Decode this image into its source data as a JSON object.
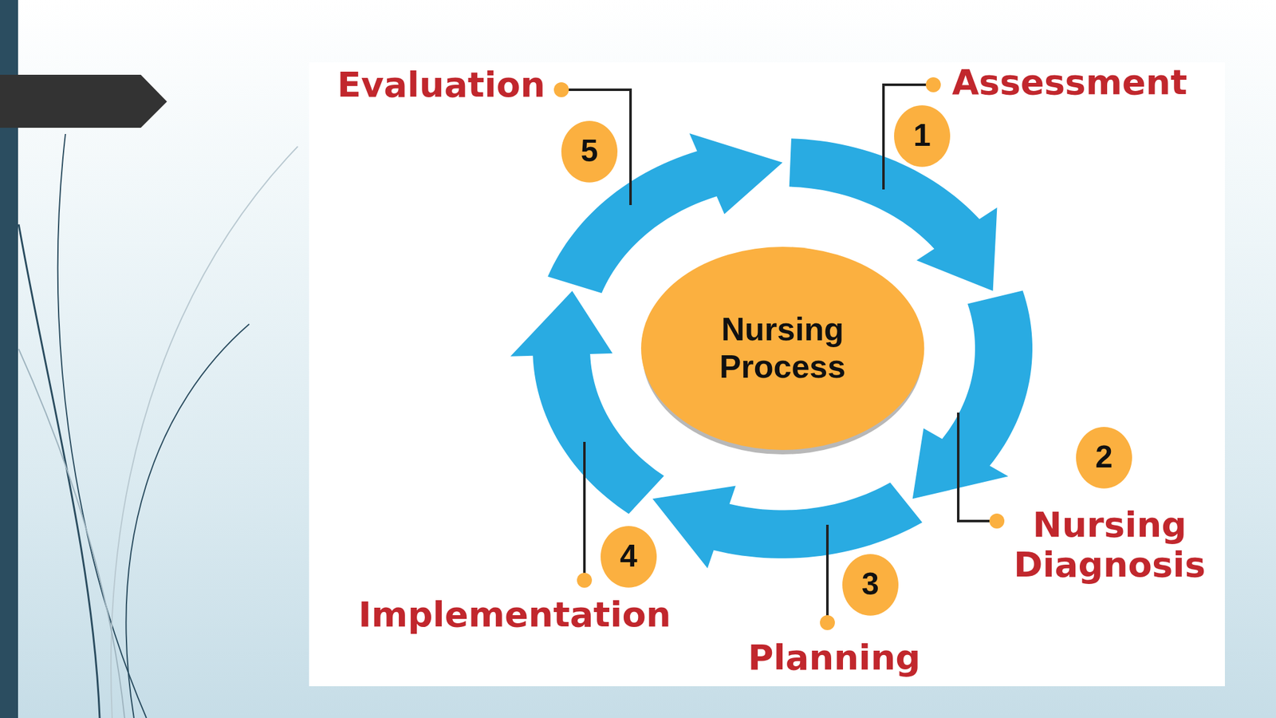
{
  "diagram": {
    "nodes": [
      {
        "text": [
          "Nursing Process"
        ]
      },
      {
        "text": [
          "1"
        ]
      },
      {
        "text": [
          "2"
        ]
      },
      {
        "text": [
          "3"
        ]
      },
      {
        "text": [
          "4"
        ]
      },
      {
        "text": [
          "5"
        ]
      }
    ],
    "labels": [
      "Assessment",
      "Nursing Diagnosis",
      "Planning",
      "Implementation",
      "Evaluation"
    ]
  }
}
